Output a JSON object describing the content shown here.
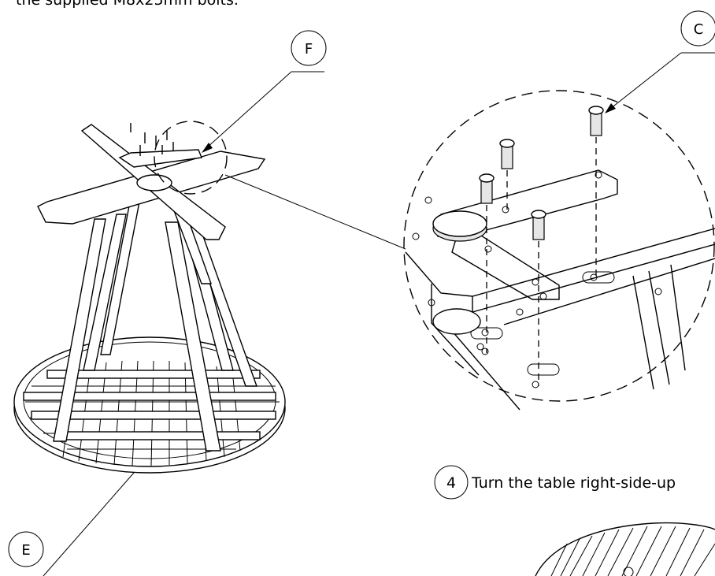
{
  "header_text": "the supplied M8x25mm bolts.",
  "callouts": {
    "F": "F",
    "C": "C",
    "E": "E"
  },
  "step": {
    "number": "4",
    "text": "Turn the table right-side-up"
  }
}
